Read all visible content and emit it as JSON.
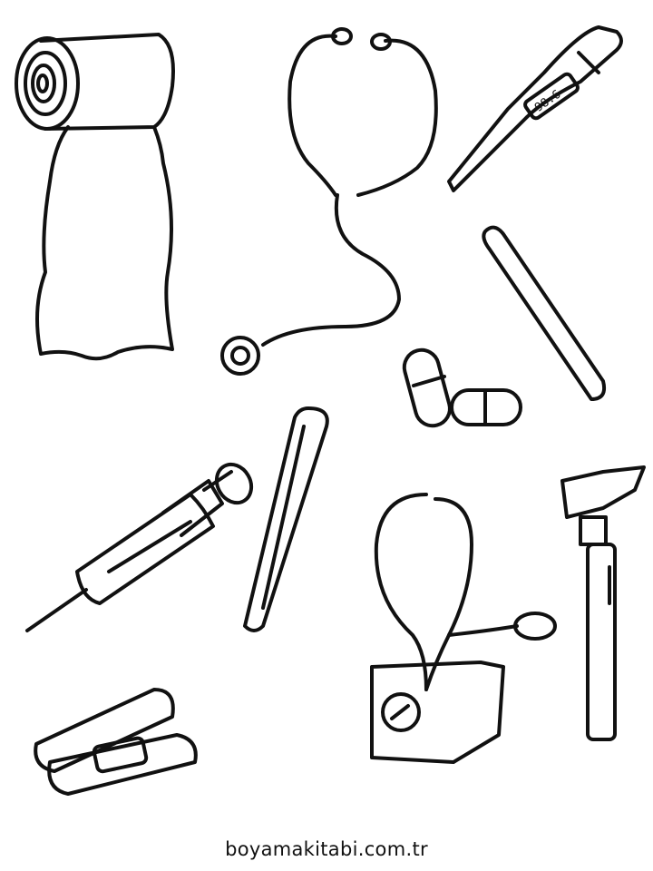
{
  "illustration": {
    "kind": "coloring-page",
    "subject": "medical tools",
    "items": [
      "bandage-roll",
      "stethoscope",
      "digital-thermometer",
      "tongue-depressor",
      "capsule-pills",
      "syringe",
      "mercury-thermometer",
      "blood-pressure-cuff",
      "otoscope",
      "adhesive-bandages"
    ],
    "thermometer_reading": "98.6"
  },
  "footer": {
    "credit": "boyamakitabi.com.tr"
  }
}
